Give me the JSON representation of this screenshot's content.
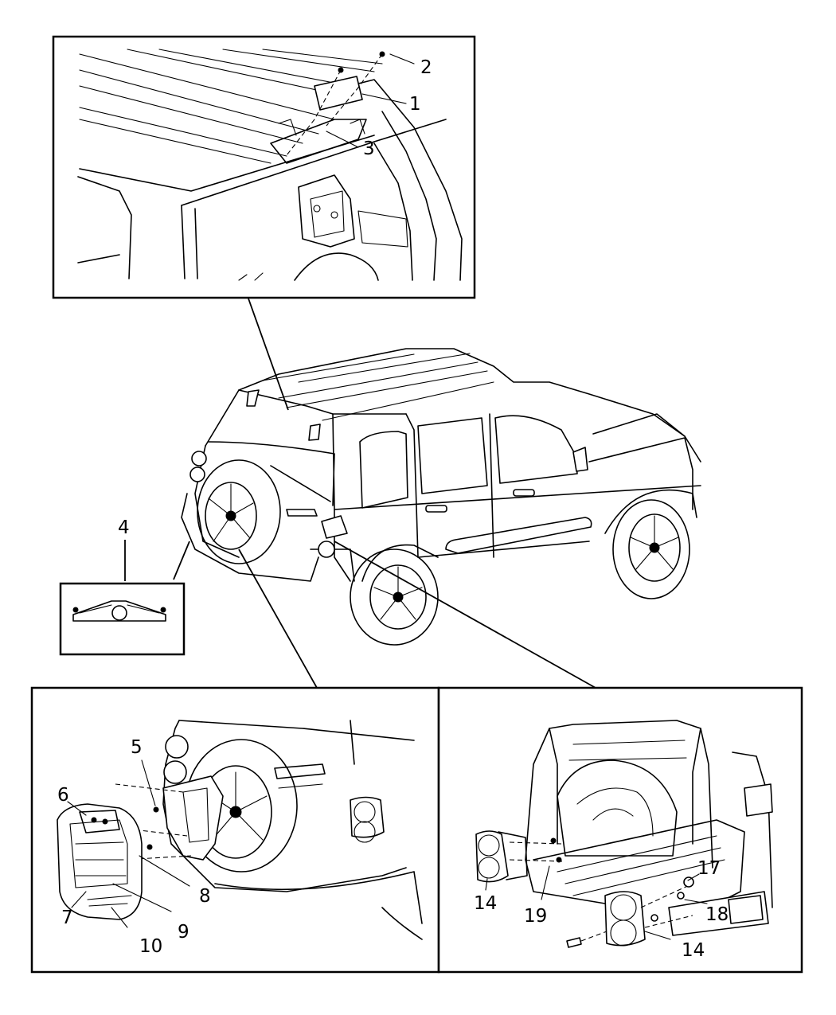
{
  "callouts": [
    {
      "id": "c1",
      "text": "1"
    },
    {
      "id": "c2",
      "text": "2"
    },
    {
      "id": "c3",
      "text": "3"
    },
    {
      "id": "c4",
      "text": "4"
    },
    {
      "id": "c5",
      "text": "5"
    },
    {
      "id": "c6",
      "text": "6"
    },
    {
      "id": "c7",
      "text": "7"
    },
    {
      "id": "c8",
      "text": "8"
    },
    {
      "id": "c9",
      "text": "9"
    },
    {
      "id": "c10",
      "text": "10"
    },
    {
      "id": "c14a",
      "text": "14"
    },
    {
      "id": "c14b",
      "text": "14"
    },
    {
      "id": "c17",
      "text": "17"
    },
    {
      "id": "c18",
      "text": "18"
    },
    {
      "id": "c19",
      "text": "19"
    }
  ],
  "colors": {
    "ink": "#000000",
    "paper": "#ffffff"
  }
}
